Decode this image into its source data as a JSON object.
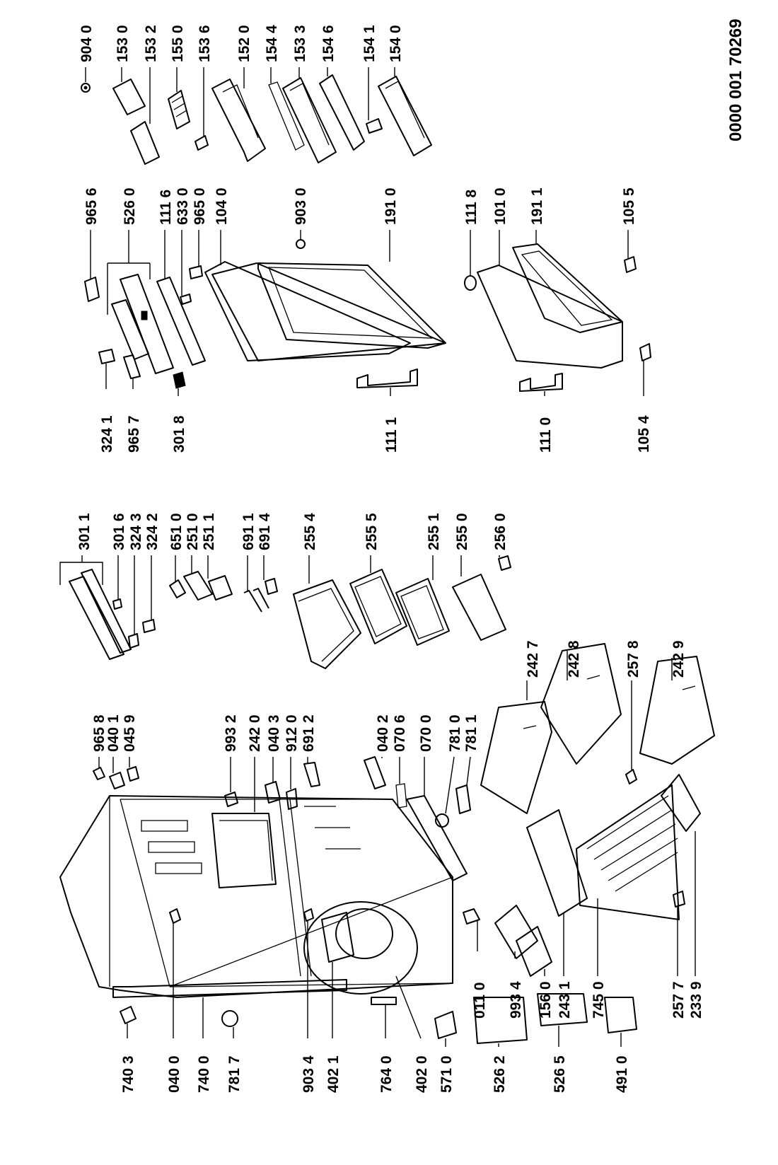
{
  "reference": "0000 001 70269",
  "labels": {
    "p9040": "904 0",
    "p1530": "153 0",
    "p1532": "153 2",
    "p1550": "155 0",
    "p1536": "153 6",
    "p1520": "152 0",
    "p1544": "154 4",
    "p1533": "153 3",
    "p1546": "154 6",
    "p1541": "154 1",
    "p1540": "154 0",
    "p9656": "965 6",
    "p5260": "526 0",
    "p1116": "111 6",
    "p6330": "633 0",
    "p9650": "965 0",
    "p1040": "104 0",
    "p9030": "903 0",
    "p1910": "191 0",
    "p1118": "111 8",
    "p1010": "101 0",
    "p1911": "191 1",
    "p1055": "105 5",
    "p3241": "324 1",
    "p9657": "965 7",
    "p3018": "301 8",
    "p1111": "111 1",
    "p1110": "111 0",
    "p1054": "105 4",
    "p3011": "301 1",
    "p3016": "301 6",
    "p3243": "324 3",
    "p3242": "324 2",
    "p6510": "651 0",
    "p2510": "251 0",
    "p2511": "251 1",
    "p6911": "691 1",
    "p6914": "691 4",
    "p2554": "255 4",
    "p2555": "255 5",
    "p2551": "255 1",
    "p2550": "255 0",
    "p2560": "256 0",
    "p2427": "242 7",
    "p2428": "242 8",
    "p2578": "257 8",
    "p2429": "242 9",
    "p9658": "965 8",
    "p0401": "040 1",
    "p0459": "045 9",
    "p9932": "993 2",
    "p2420": "242 0",
    "p0403": "040 3",
    "p9120": "912 0",
    "p6912": "691 2",
    "p0402": "040 2",
    "p0706": "070 6",
    "p0700": "070 0",
    "p7810": "781 0",
    "p7811": "781 1",
    "p0110": "011 0",
    "p9934": "993 4",
    "p1560": "156 0",
    "p2431": "243 1",
    "p7450": "745 0",
    "p2577": "257 7",
    "p2339": "233 9",
    "p7403": "740 3",
    "p0400": "040 0",
    "p7400": "740 0",
    "p7817": "781 7",
    "p9034": "903 4",
    "p4021": "402 1",
    "p7640": "764 0",
    "p4020": "402 0",
    "p5710": "571 0",
    "p5262": "526 2",
    "p5265": "526 5",
    "p4910": "491 0"
  }
}
